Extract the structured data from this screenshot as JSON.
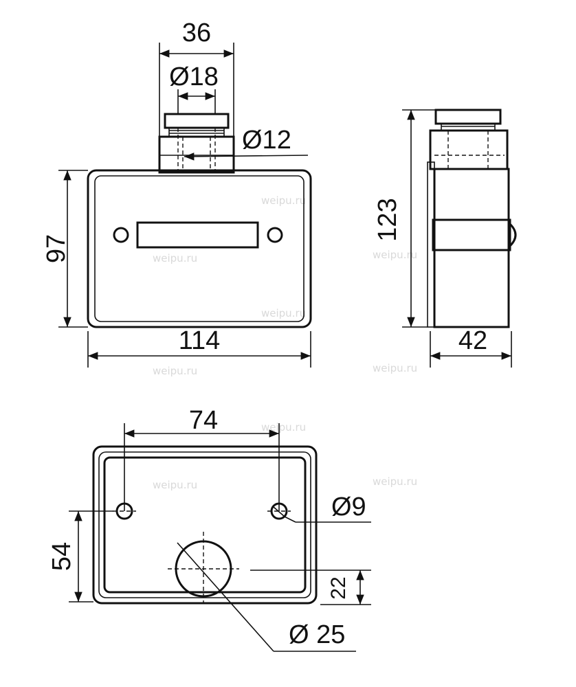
{
  "dimensions": {
    "top_width": "36",
    "cap_diameter": "Ø18",
    "stem_diameter": "Ø12",
    "front_height": "97",
    "front_width": "114",
    "side_height": "123",
    "side_depth": "42",
    "hole_spacing": "74",
    "hole_height": "54",
    "hole_diameter": "Ø9",
    "cable_offset": "22",
    "cable_diameter": "Ø 25"
  },
  "watermark": "weipu.ru",
  "colors": {
    "line": "#111111",
    "background": "#ffffff",
    "watermark": "#d9d9d9"
  }
}
